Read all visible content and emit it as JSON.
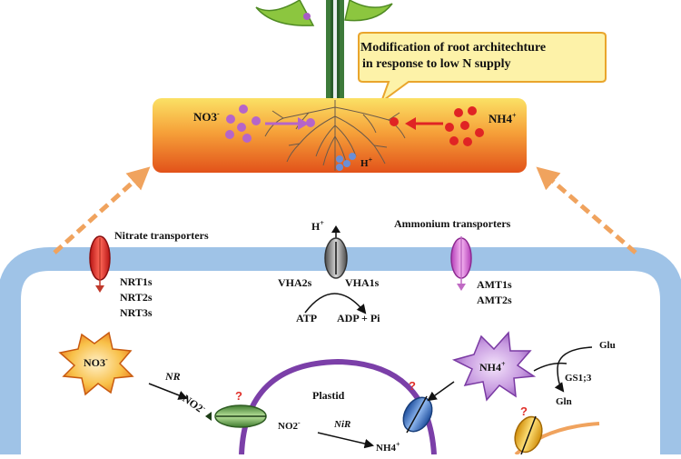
{
  "callout": {
    "line1": "Modification of root architechture",
    "line2": "in response to low N supply"
  },
  "soil": {
    "nitrate_label": "NO3",
    "nitrate_charge": "-",
    "ammonium_label": "NH4",
    "ammonium_charge": "+",
    "proton_label": "H",
    "proton_charge": "+"
  },
  "membrane": {
    "nitrate_transporters": {
      "title": "Nitrate transporters",
      "items": [
        "NRT1s",
        "NRT2s",
        "NRT3s"
      ]
    },
    "proton_pump": {
      "proton_label": "H",
      "proton_charge": "+",
      "left_label": "VHA2s",
      "right_label": "VHA1s",
      "atp": "ATP",
      "adp": "ADP + Pi"
    },
    "ammonium_transporters": {
      "title": "Ammonium transporters",
      "items": [
        "AMT1s",
        "AMT2s"
      ]
    }
  },
  "cytoplasm": {
    "nitrate": "NO3",
    "nitrate_charge": "-",
    "nr_enzyme": "NR",
    "nitrite": "NO2",
    "nitrite_charge": "-",
    "ammonium": "NH4",
    "ammonium_charge": "+",
    "glu": "Glu",
    "gs_enzyme": "GS1;3",
    "gln": "Gln",
    "unknown_marker": "?"
  },
  "plastid": {
    "title": "Plastid",
    "nitrite": "NO2",
    "nitrite_charge": "-",
    "nir_enzyme": "NiR",
    "ammonium": "NH4",
    "ammonium_charge": "+"
  },
  "colors": {
    "soil_top": "#f7d54a",
    "soil_bottom": "#e8581c",
    "membrane": "#9fc3e7",
    "nitrate_dot": "#b565c9",
    "ammonium_dot": "#e02424",
    "proton_dot": "#6b8fd6",
    "plastid": "#7b3fa8",
    "arrow_dashed": "#f0a35e",
    "nitrate_star": "#f5a623",
    "ammonium_star": "#b47cd6"
  }
}
